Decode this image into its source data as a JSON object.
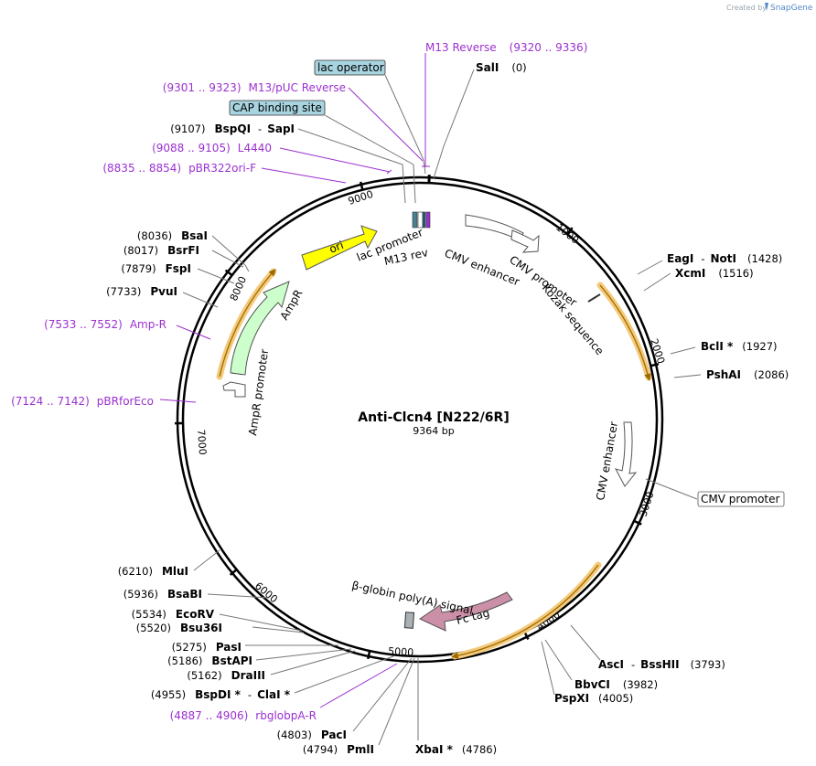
{
  "credit": {
    "prefix": "Created by",
    "brand": "SnapGene"
  },
  "plasmid": {
    "name": "Anti-Clcn4 [N222/6R]",
    "length": "9364 bp"
  },
  "ticks": [
    "1000",
    "2000",
    "3000",
    "4000",
    "5000",
    "6000",
    "7000",
    "8000",
    "9000"
  ],
  "features": {
    "ori": "ori",
    "ampr": "AmpR",
    "ampr_promoter": "AmpR promoter",
    "lac_promoter": "lac promoter",
    "m13_rev": "M13 rev",
    "cmv_enhancer": "CMV enhancer",
    "cmv_promoter": "CMV promoter",
    "kozak": "Kozak sequence",
    "cmv_enhancer2": "CMV enhancer",
    "fc_tag": "Fc tag",
    "bglobin": "β-globin poly(A) signal"
  },
  "boxed": {
    "lac_operator": "lac operator",
    "cap_site": "CAP binding site",
    "cmv_promoter_box": "CMV promoter"
  },
  "primers": {
    "m13_reverse": {
      "name": "M13 Reverse",
      "range": "(9320 .. 9336)"
    },
    "m13_puc_reverse": {
      "name": "M13/pUC Reverse",
      "range": "(9301 .. 9323)"
    },
    "l4440": {
      "name": "L4440",
      "range": "(9088 .. 9105)"
    },
    "pbr322ori_f": {
      "name": "pBR322ori-F",
      "range": "(8835 .. 8854)"
    },
    "amp_r": {
      "name": "Amp-R",
      "range": "(7533 .. 7552)"
    },
    "pbrforeco": {
      "name": "pBRforEco",
      "range": "(7124 .. 7142)"
    },
    "rbglobpa_r": {
      "name": "rbglobpA-R",
      "range": "(4887 .. 4906)"
    }
  },
  "sites": {
    "sali": {
      "name": "SalI",
      "pos": "(0)"
    },
    "bspqi": {
      "pos": "(9107)",
      "name": "BspQI",
      "sep": "-",
      "name2": "SapI"
    },
    "bsai": {
      "pos": "(8036)",
      "name": "BsaI"
    },
    "bsrfi": {
      "pos": "(8017)",
      "name": "BsrFI"
    },
    "fspi": {
      "pos": "(7879)",
      "name": "FspI"
    },
    "pvui": {
      "pos": "(7733)",
      "name": "PvuI"
    },
    "eagi": {
      "name": "EagI",
      "sep": "-",
      "name2": "NotI",
      "pos": "(1428)"
    },
    "xcmi": {
      "name": "XcmI",
      "pos": "(1516)"
    },
    "bcli": {
      "name": "BclI *",
      "pos": "(1927)"
    },
    "pshai": {
      "name": "PshAI",
      "pos": "(2086)"
    },
    "asci": {
      "name": "AscI",
      "sep": "-",
      "name2": "BssHII",
      "pos": "(3793)"
    },
    "bbvci": {
      "name": "BbvCI",
      "pos": "(3982)"
    },
    "pspxi": {
      "name": "PspXI",
      "pos": "(4005)"
    },
    "xbai": {
      "name": "XbaI *",
      "pos": "(4786)"
    },
    "pmli": {
      "pos": "(4794)",
      "name": "PmlI"
    },
    "paci": {
      "pos": "(4803)",
      "name": "PacI"
    },
    "bspdi": {
      "pos": "(4955)",
      "name": "BspDI *",
      "sep": "-",
      "name2": "ClaI *"
    },
    "draiii": {
      "pos": "(5162)",
      "name": "DraIII"
    },
    "bstapi": {
      "pos": "(5186)",
      "name": "BstAPI"
    },
    "pasi": {
      "pos": "(5275)",
      "name": "PasI"
    },
    "bsu36i": {
      "pos": "(5520)",
      "name": "Bsu36I"
    },
    "ecorv": {
      "pos": "(5534)",
      "name": "EcoRV"
    },
    "bsabi": {
      "pos": "(5936)",
      "name": "BsaBI"
    },
    "mlui": {
      "pos": "(6210)",
      "name": "MluI"
    }
  },
  "colors": {
    "ori": "#ffff00",
    "ampr": "#ccffcc",
    "fc_tag": "#cc8fa8",
    "orf_highlight": "#f5c97a",
    "orf_arrow": "#9a6b00",
    "primer": "#9b30d0",
    "box_blue": "#a8d4e0"
  }
}
